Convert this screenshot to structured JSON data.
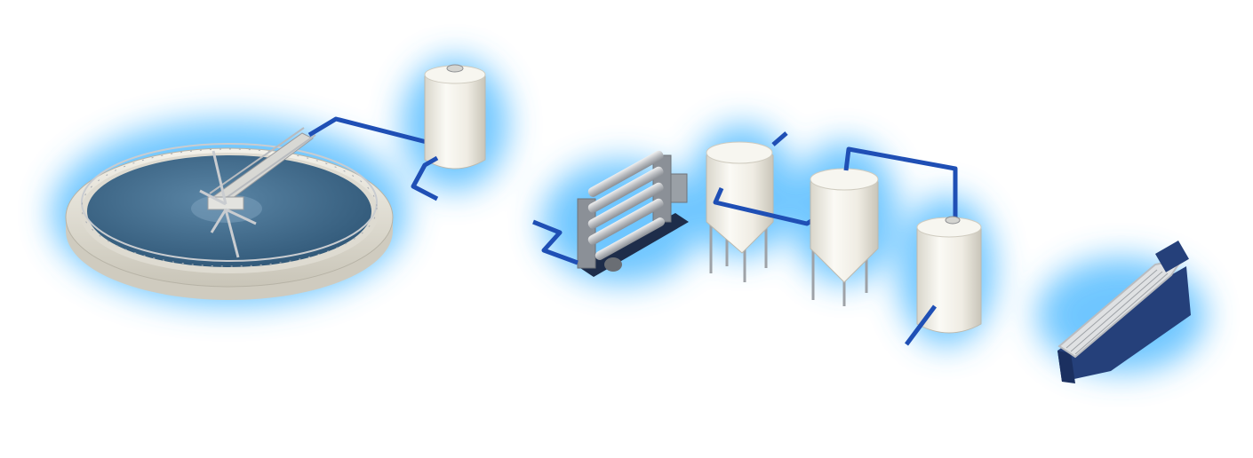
{
  "diagram": {
    "type": "industrial-water-treatment-process",
    "components": [
      {
        "id": "clarifier",
        "icon": "circular-clarifier-tank"
      },
      {
        "id": "storage-tank-1",
        "icon": "vertical-storage-tank"
      },
      {
        "id": "reverse-osmosis-skid",
        "icon": "membrane-filtration-skid"
      },
      {
        "id": "conical-tank-1",
        "icon": "cone-bottom-tank"
      },
      {
        "id": "conical-tank-2",
        "icon": "cone-bottom-tank"
      },
      {
        "id": "storage-tank-2",
        "icon": "vertical-storage-tank"
      },
      {
        "id": "filter-press",
        "icon": "plate-filter-press"
      }
    ],
    "colors": {
      "pipe": "#1f4fb5",
      "glow": "#3fb4ff",
      "water": "#3d6a8a",
      "tank": "#f1efe7",
      "frame": "#25407a"
    }
  }
}
